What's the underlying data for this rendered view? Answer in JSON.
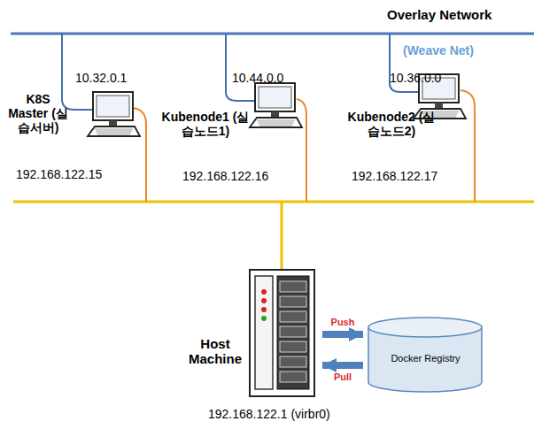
{
  "diagram": {
    "nodes": [
      {
        "text": [
          "10.32.0.1",
          "K8S Master (실습서버)",
          "192.168.122.15"
        ]
      },
      {
        "text": [
          "10.44.0.0",
          "Kubenode1 (실습노드1)",
          "192.168.122.16"
        ]
      },
      {
        "text": [
          "10.36.0.0",
          "Kubenode2 (실습노드2)",
          "192.168.122.17"
        ]
      },
      {
        "text": [
          "Host Machine",
          "192.168.122.1 (virbr0)"
        ]
      },
      {
        "text": [
          "Docker Registry"
        ]
      }
    ],
    "edges": [
      {
        "from": 3,
        "to": 4,
        "label": "Push",
        "arrow": "to"
      },
      {
        "from": 4,
        "to": 3,
        "label": "Pull",
        "arrow": "to"
      }
    ],
    "labels": [
      "Overlay Network",
      "(Weave Net)"
    ]
  }
}
